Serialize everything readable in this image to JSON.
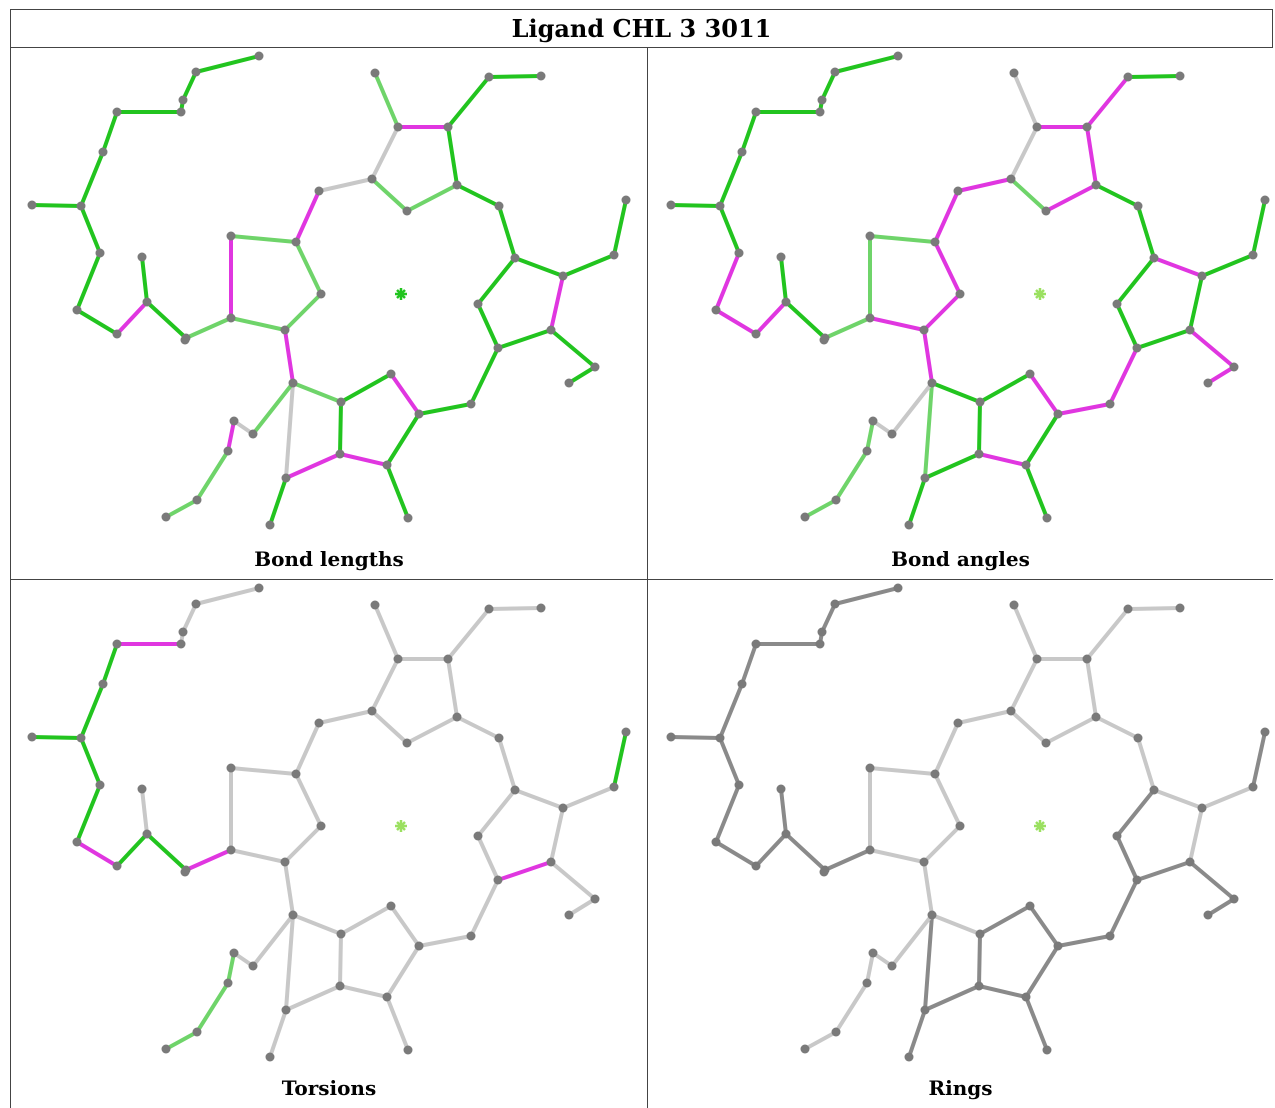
{
  "title": "Ligand CHL 3 3011",
  "panels": [
    {
      "id": "bond-lengths",
      "caption": "Bond lengths"
    },
    {
      "id": "bond-angles",
      "caption": "Bond angles"
    },
    {
      "id": "torsions",
      "caption": "Torsions"
    },
    {
      "id": "rings",
      "caption": "Rings"
    }
  ],
  "colors": {
    "good": "#22c41f",
    "light_good": "#6fd46a",
    "outlier": "#e036e0",
    "neutral": "#c8c8c8",
    "dark_neutral": "#8a8a8a",
    "atom": "#7a7a7a",
    "metal": "#9be060"
  }
}
